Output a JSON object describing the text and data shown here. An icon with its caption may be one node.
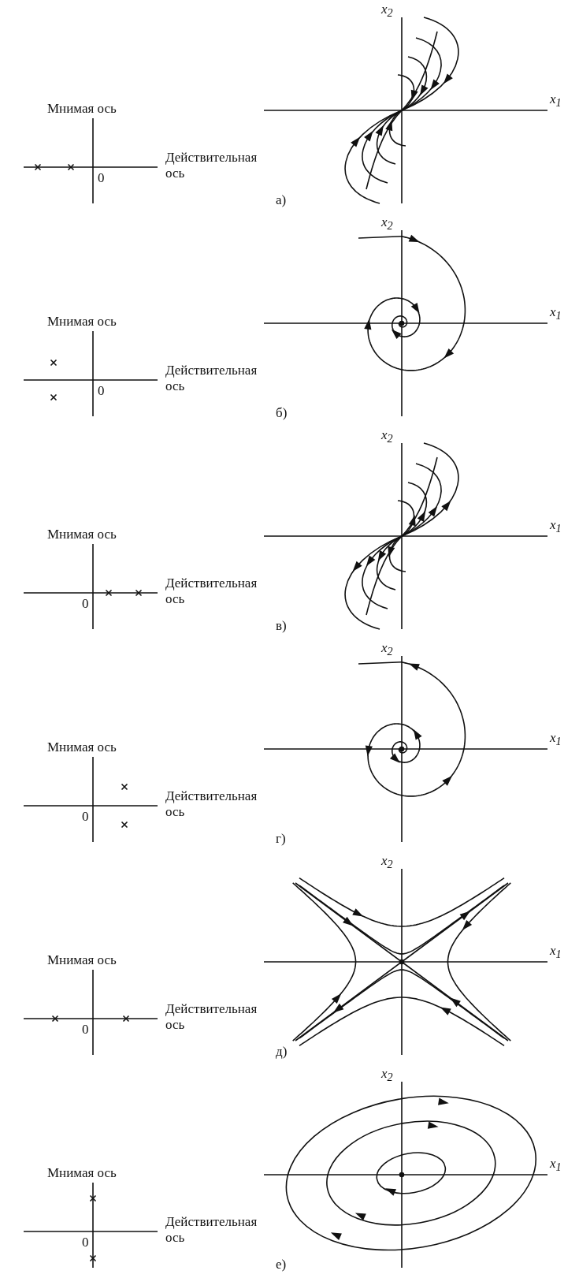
{
  "diagram": {
    "labels": [
      "Мнимая ось",
      "Действительная ось",
      "0",
      "x$_{2}$",
      "x$_{1}$",
      "а)",
      "Мнимая ось",
      "Действительная ось",
      "0",
      "x$_{2}$",
      "x$_{1}$",
      "б)",
      "Мнимая ось",
      "Действительная ось",
      "0",
      "x$_{2}$",
      "x$_{1}$",
      "в)",
      "Мнимая ось",
      "Действительная ось",
      "0",
      "x$_{2}$",
      "x$_{1}$",
      "г)",
      "Мнимая ось",
      "Действительная ось",
      "0",
      "x$_{2}$",
      "x$_{1}$",
      "д)",
      "Мнимая ось",
      "Действительная ось",
      "0",
      "x$_{2}$",
      "x$_{1}$",
      "е)"
    ]
  }
}
